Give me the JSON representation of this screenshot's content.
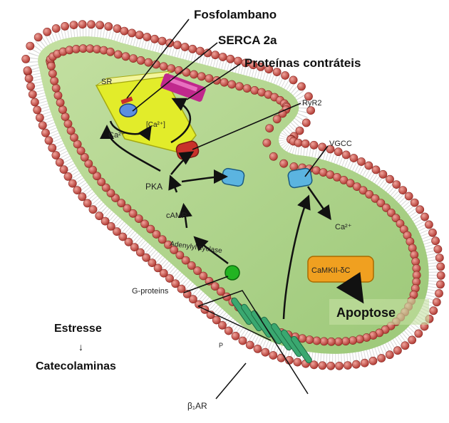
{
  "labels": {
    "fosfolambano": "Fosfolambano",
    "serca": "SERCA 2a",
    "proteinas": "Proteínas contráteis",
    "sr": "SR",
    "ca_sr": "[Ca²⁺]",
    "ca_left": "Ca²⁺",
    "ryr2": "RyR2",
    "vgcc": "VGCC",
    "ca_right": "Ca²⁺",
    "pka": "PKA",
    "camp": "cAMP",
    "adenylyl": "Adenylyl cyclase",
    "gproteins": "G-proteins",
    "camkii": "CaMKII-δC",
    "apoptose": "Apoptose",
    "estresse": "Estresse",
    "arrow_down": "↓",
    "catecolaminas": "Catecolaminas",
    "beta_ar": "β₁AR",
    "p_mark": "P"
  },
  "colors": {
    "cytoplasm": "#a9cf86",
    "bead": "#c9524a",
    "sr_yellow": "#e2ec2a",
    "channel_blue": "#5bb4e0",
    "ryr_red": "#c8312a",
    "contractile_magenta": "#c0288c",
    "camkii_orange": "#f0a020",
    "gprotein_green": "#22b422",
    "receptor_green": "#3aa870"
  }
}
